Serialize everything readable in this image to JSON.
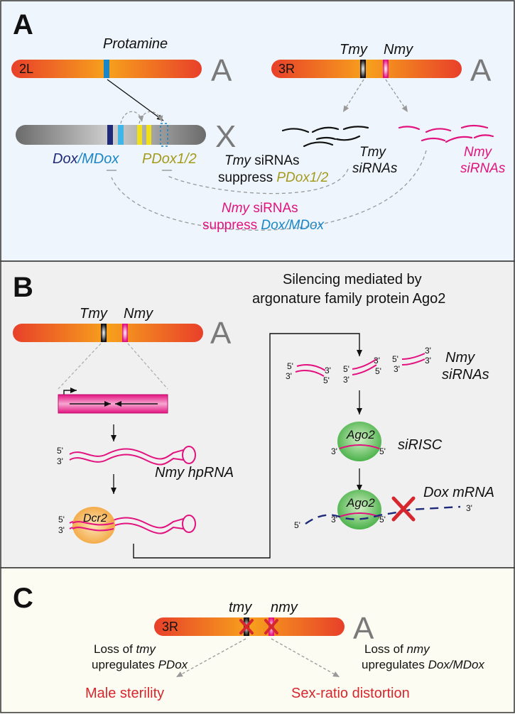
{
  "colors": {
    "magenta": "#e2127f",
    "navy": "#1f2a7a",
    "blue": "#1b86c7",
    "yellow": "#f0e01a",
    "olive": "#a49a1c",
    "red": "#d6272e",
    "panelA_bg": "#eef5fc",
    "panelB_bg": "#f0f0f0",
    "panelC_bg": "#fcfcf2"
  },
  "icons": [
    "chromosome",
    "hairpin-rna",
    "sirna-duplex",
    "dcr2-protein",
    "ago2-protein",
    "red-cross",
    "arrow"
  ],
  "panelA": {
    "letter": "A",
    "chr2l_label": "2L",
    "protamine_label": "Protamine",
    "autosome_letter_1": "A",
    "chr3r_label": "3R",
    "tmy_label": "Tmy",
    "nmy_label": "Nmy",
    "autosome_letter_2": "A",
    "x_letter": "X",
    "dox_label": "Dox",
    "slash": "/",
    "mdox_label": "MDox",
    "pdox_label": "PDox1/2",
    "tmy_suppress_1a": "Tmy",
    "tmy_suppress_1b": " siRNAs",
    "tmy_suppress_2a": "suppress ",
    "tmy_suppress_2b": "PDox1/2",
    "tmy_sirnas_1": "Tmy",
    "tmy_sirnas_2": "siRNAs",
    "nmy_sirnas_1": "Nmy",
    "nmy_sirnas_2": "siRNAs",
    "nmy_suppress_1a": "Nmy",
    "nmy_suppress_1b": " siRNAs",
    "nmy_suppress_2a": "suppress ",
    "nmy_suppress_2b": "Dox/MDox"
  },
  "panelB": {
    "letter": "B",
    "title_1": "Silencing mediated by",
    "title_2": "argonature family protein Ago2",
    "tmy_label": "Tmy",
    "nmy_label": "Nmy",
    "autosome_letter": "A",
    "hprna_label": "Nmy hpRNA",
    "dcr2_label": "Dcr2",
    "sirnas_1": "Nmy",
    "sirnas_2": "siRNAs",
    "ago2_label": "Ago2",
    "sirisc_label": "siRISC",
    "ago2_label_2": "Ago2",
    "dox_mrna_label": "Dox mRNA",
    "five_prime": "5'",
    "three_prime": "3'"
  },
  "panelC": {
    "letter": "C",
    "chr3r_label": "3R",
    "tmy_label": "tmy",
    "nmy_label": "nmy",
    "autosome_letter": "A",
    "loss_tmy_1a": "Loss of ",
    "loss_tmy_1b": "tmy",
    "loss_tmy_2a": "upregulates ",
    "loss_tmy_2b": "PDox",
    "loss_nmy_1a": "Loss of ",
    "loss_nmy_1b": "nmy",
    "loss_nmy_2a": "upregulates ",
    "loss_nmy_2b": "Dox/MDox",
    "male_sterility": "Male sterility",
    "sex_ratio": "Sex-ratio distortion"
  }
}
